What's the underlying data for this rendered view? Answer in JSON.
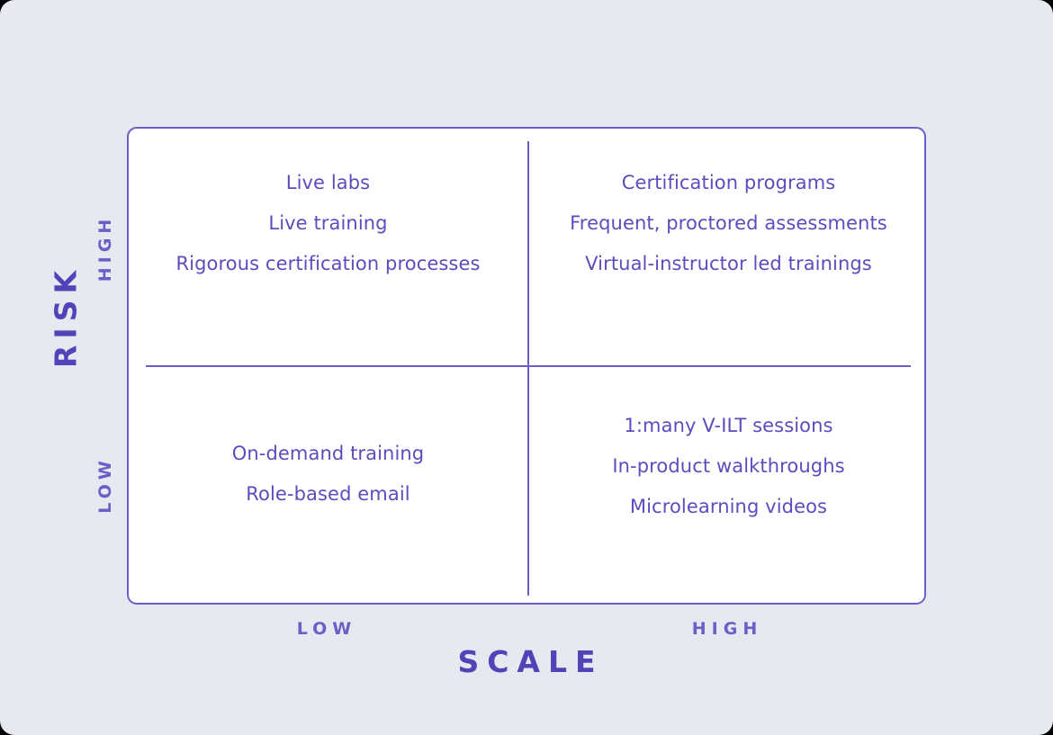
{
  "chart_data": {
    "type": "table",
    "title": "",
    "xlabel": "SCALE",
    "ylabel": "RISK",
    "x_ticks": [
      "LOW",
      "HIGH"
    ],
    "y_ticks": [
      "HIGH",
      "LOW"
    ],
    "grid": true,
    "legend": "none",
    "quadrants": [
      {
        "name": "high-risk-low-scale",
        "position": "top-left",
        "risk": "HIGH",
        "scale": "LOW",
        "items": [
          "Live labs",
          "Live training",
          "Rigorous certification processes"
        ]
      },
      {
        "name": "high-risk-high-scale",
        "position": "top-right",
        "risk": "HIGH",
        "scale": "HIGH",
        "items": [
          "Certification programs",
          "Frequent, proctored assessments",
          "Virtual-instructor led trainings"
        ]
      },
      {
        "name": "low-risk-low-scale",
        "position": "bottom-left",
        "risk": "LOW",
        "scale": "LOW",
        "items": [
          "On-demand training",
          "Role-based email"
        ]
      },
      {
        "name": "low-risk-high-scale",
        "position": "bottom-right",
        "risk": "LOW",
        "scale": "HIGH",
        "items": [
          "1:many V-ILT sessions",
          "In-product walkthroughs",
          "Microlearning videos"
        ]
      }
    ]
  },
  "axes": {
    "y": {
      "title": "RISK",
      "ticks": {
        "high": "HIGH",
        "low": "LOW"
      }
    },
    "x": {
      "title": "SCALE",
      "ticks": {
        "low": "LOW",
        "high": "HIGH"
      }
    }
  },
  "colors": {
    "page_background": "#E6E9EF",
    "panel_background": "#FFFFFF",
    "border": "#6B5FC7",
    "text": "#5B4DBE",
    "axis_title": "#5244B8",
    "backdrop": "#000000"
  }
}
